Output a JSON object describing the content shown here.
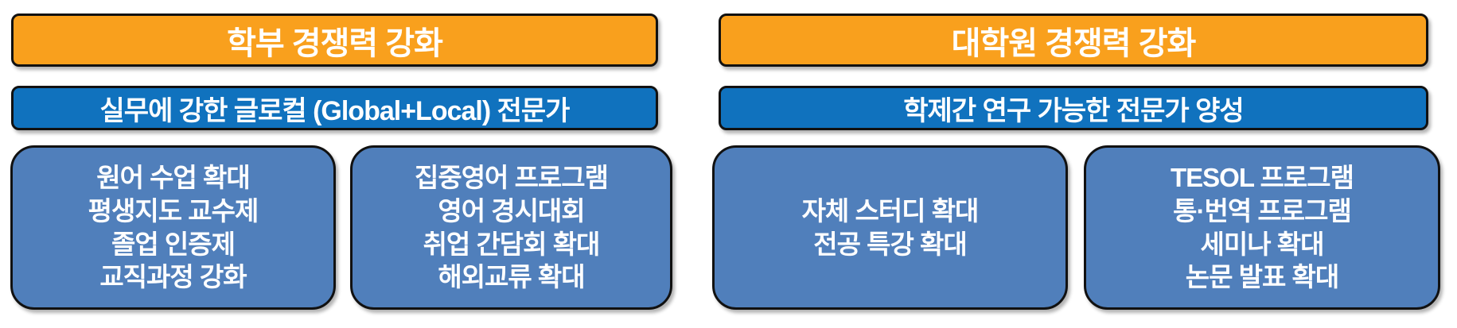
{
  "slide": {
    "columns": [
      {
        "header": "학부 경쟁력 강화",
        "subheader": "실무에 강한 글로컬 (Global+Local) 전문가",
        "boxes": [
          "원어 수업 확대\n평생지도 교수제\n졸업 인증제\n교직과정 강화",
          "집중영어 프로그램\n영어 경시대회\n취업 간담회 확대\n해외교류 확대"
        ]
      },
      {
        "header": "대학원 경쟁력 강화",
        "subheader": "학제간 연구 가능한 전문가 양성",
        "boxes": [
          "자체 스터디 확대\n전공 특강 확대",
          "TESOL 프로그램\n통·번역 프로그램\n세미나 확대\n논문 발표 확대"
        ]
      }
    ]
  },
  "colors": {
    "header_bg": "#F9A01D",
    "subheader_bg": "#1072BE",
    "box_bg": "#507FBB",
    "border": "#111111",
    "text": "#FFFFFF"
  }
}
